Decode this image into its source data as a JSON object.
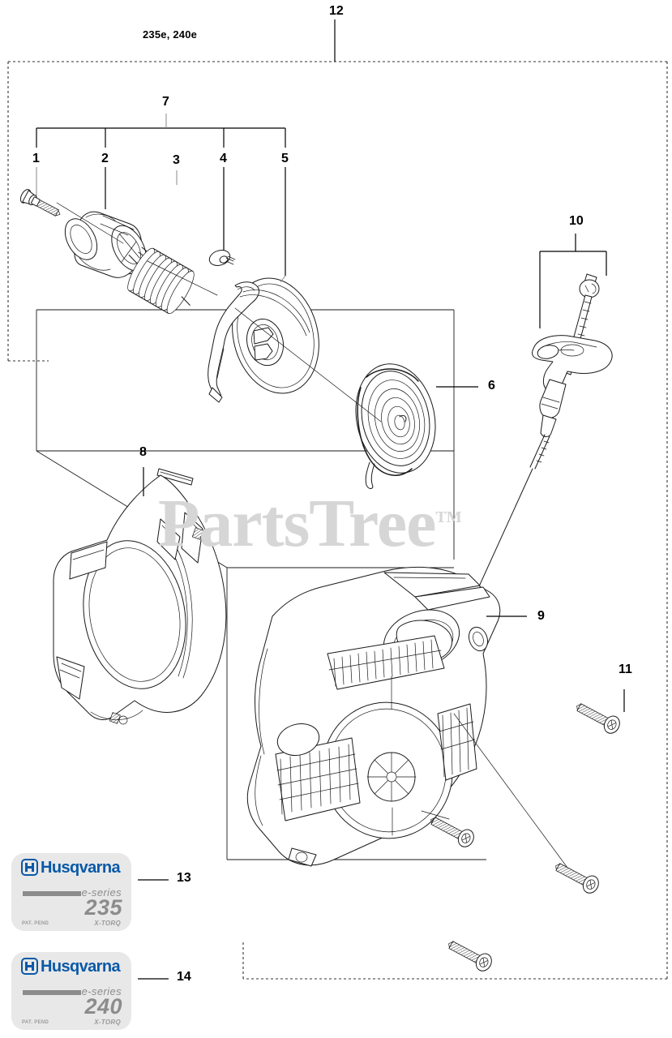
{
  "diagram": {
    "variant_label": "235e, 240e",
    "watermark": "PartsTree",
    "watermark_tm": "TM",
    "group_box_callout": "12",
    "bracket_callout": "7",
    "handle_bracket_callout": "10"
  },
  "callouts": [
    {
      "id": "1",
      "label": "1",
      "part": "screw-starter-pawl"
    },
    {
      "id": "2",
      "label": "2",
      "part": "starter-pawl-housing"
    },
    {
      "id": "3",
      "label": "3",
      "part": "coil-spring"
    },
    {
      "id": "4",
      "label": "4",
      "part": "washer"
    },
    {
      "id": "5",
      "label": "5",
      "part": "rope-pulley"
    },
    {
      "id": "6",
      "label": "6",
      "part": "recoil-spring"
    },
    {
      "id": "7",
      "label": "7",
      "part": "pulley-assembly"
    },
    {
      "id": "8",
      "label": "8",
      "part": "fan-housing"
    },
    {
      "id": "9",
      "label": "9",
      "part": "starter-housing"
    },
    {
      "id": "10",
      "label": "10",
      "part": "starter-handle"
    },
    {
      "id": "11",
      "label": "11",
      "part": "screw"
    },
    {
      "id": "12",
      "label": "12",
      "part": "starter-assembly-complete"
    },
    {
      "id": "13",
      "label": "13",
      "part": "decal-235"
    },
    {
      "id": "14",
      "label": "14",
      "part": "decal-240"
    }
  ],
  "decals": [
    {
      "callout": "13",
      "brand": "Husqvarna",
      "series": "e-series",
      "model": "235",
      "patent": "PAT. PEND",
      "engine": "X-TORQ",
      "brand_color": "#0a59a8",
      "text_color": "#8c8c8c",
      "background": "#e8e8e8"
    },
    {
      "callout": "14",
      "brand": "Husqvarna",
      "series": "e-series",
      "model": "240",
      "patent": "PAT. PEND",
      "engine": "X-TORQ",
      "brand_color": "#0a59a8",
      "text_color": "#8c8c8c",
      "background": "#e8e8e8"
    }
  ]
}
